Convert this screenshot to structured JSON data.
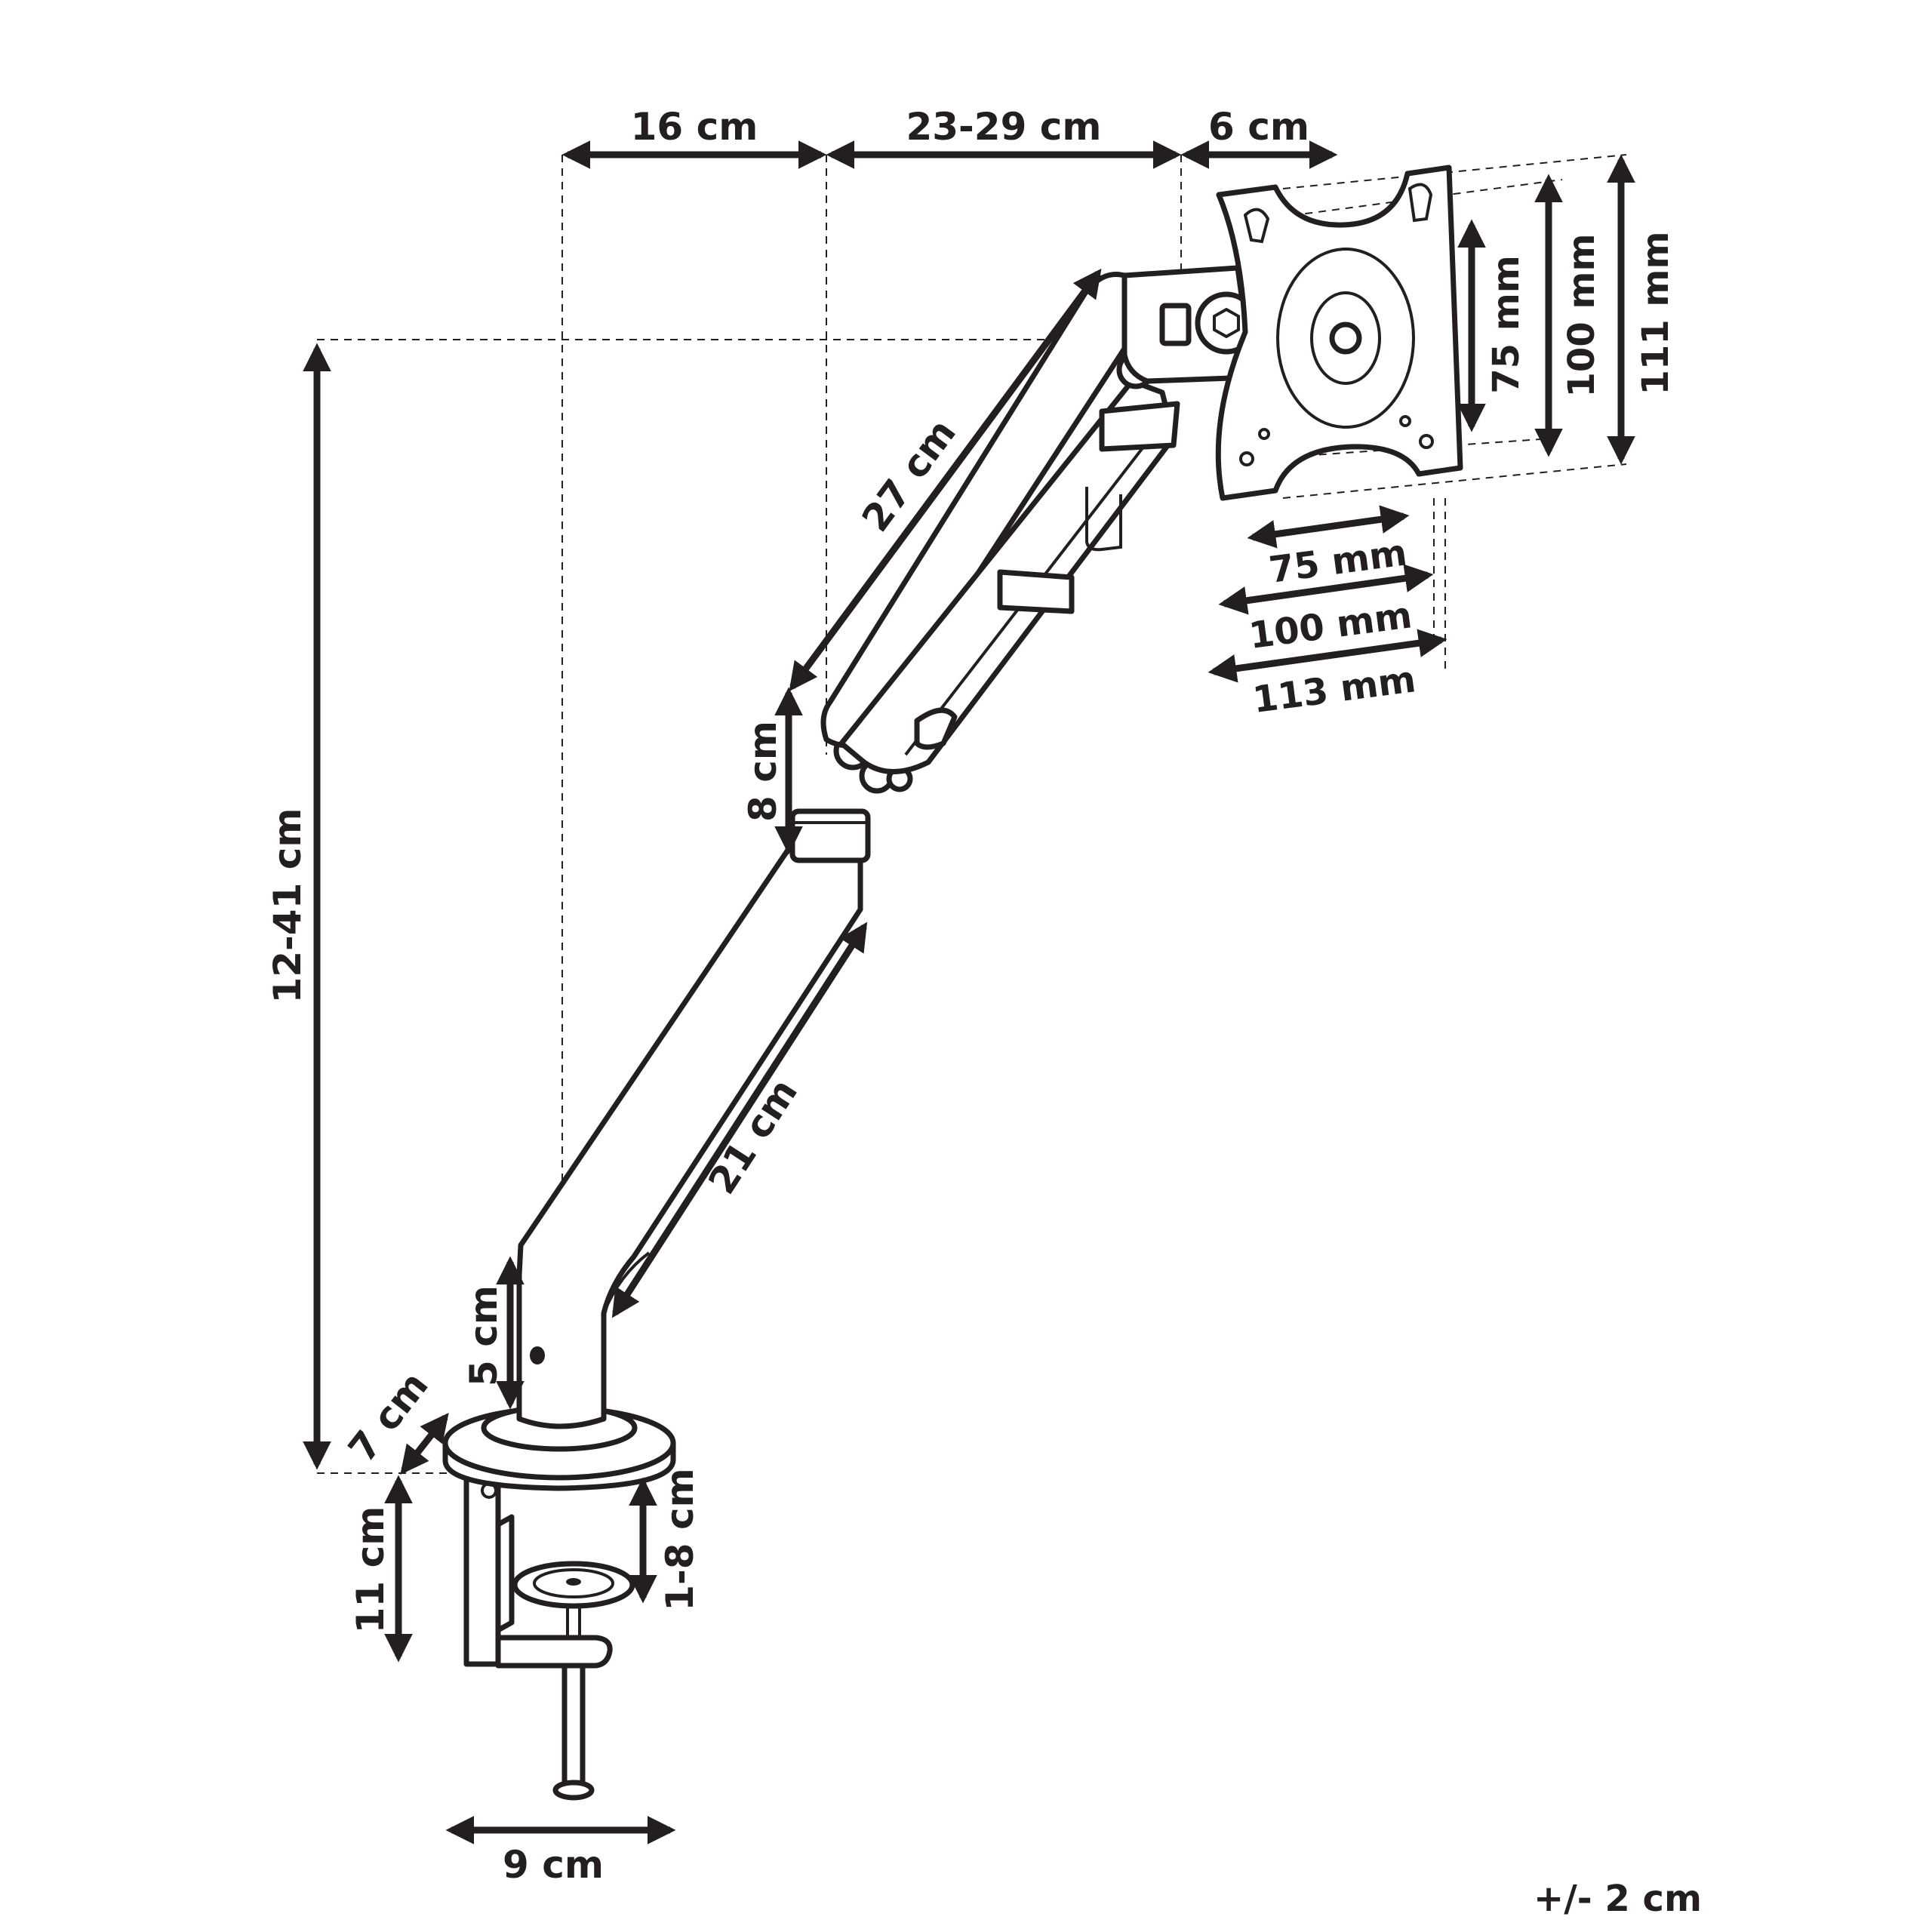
{
  "dimensions": {
    "top_offset": "16 cm",
    "arm_reach": "23-29 cm",
    "head_depth": "6 cm",
    "upper_arm": "27 cm",
    "elbow": "8 cm",
    "lower_arm": "21 cm",
    "pole": "5 cm",
    "base_width": "7 cm",
    "height_range": "12-41 cm",
    "clamp_height": "11 cm",
    "clamp_opening": "1-8 cm",
    "clamp_width": "9 cm"
  },
  "vesa": {
    "vertical_75": "75 mm",
    "vertical_100": "100 mm",
    "vertical_111": "111 mm",
    "horizontal_75": "75 mm",
    "horizontal_100": "100 mm",
    "horizontal_113": "113 mm"
  },
  "tolerance": "+/- 2 cm",
  "colors": {
    "ink": "#231f20",
    "background": "#ffffff"
  }
}
